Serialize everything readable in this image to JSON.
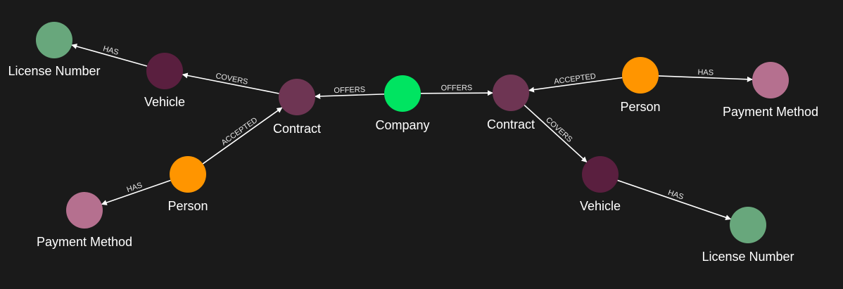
{
  "colors": {
    "background": "#1a1a1a",
    "license": "#68a77c",
    "vehicle": "#5a1f3f",
    "contract": "#6e3553",
    "company": "#00e461",
    "person": "#ff9500",
    "payment": "#b5708f",
    "edge": "#ffffff"
  },
  "nodes": [
    {
      "id": "license1",
      "label": "License Number",
      "color": "#68a77c"
    },
    {
      "id": "vehicle1",
      "label": "Vehicle",
      "color": "#5a1f3f"
    },
    {
      "id": "contract1",
      "label": "Contract",
      "color": "#6e3553"
    },
    {
      "id": "company",
      "label": "Company",
      "color": "#00e461"
    },
    {
      "id": "contract2",
      "label": "Contract",
      "color": "#6e3553"
    },
    {
      "id": "person2",
      "label": "Person",
      "color": "#ff9500"
    },
    {
      "id": "payment2",
      "label": "Payment Method",
      "color": "#b5708f"
    },
    {
      "id": "person1",
      "label": "Person",
      "color": "#ff9500"
    },
    {
      "id": "payment1",
      "label": "Payment Method",
      "color": "#b5708f"
    },
    {
      "id": "vehicle2",
      "label": "Vehicle",
      "color": "#5a1f3f"
    },
    {
      "id": "license2",
      "label": "License Number",
      "color": "#68a77c"
    }
  ],
  "edges": [
    {
      "from": "vehicle1",
      "to": "license1",
      "label": "HAS"
    },
    {
      "from": "contract1",
      "to": "vehicle1",
      "label": "COVERS"
    },
    {
      "from": "company",
      "to": "contract1",
      "label": "OFFERS"
    },
    {
      "from": "company",
      "to": "contract2",
      "label": "OFFERS"
    },
    {
      "from": "person2",
      "to": "contract2",
      "label": "ACCEPTED"
    },
    {
      "from": "person2",
      "to": "payment2",
      "label": "HAS"
    },
    {
      "from": "person1",
      "to": "contract1",
      "label": "ACCEPTED"
    },
    {
      "from": "person1",
      "to": "payment1",
      "label": "HAS"
    },
    {
      "from": "contract2",
      "to": "vehicle2",
      "label": "COVERS"
    },
    {
      "from": "vehicle2",
      "to": "license2",
      "label": "HAS"
    }
  ]
}
